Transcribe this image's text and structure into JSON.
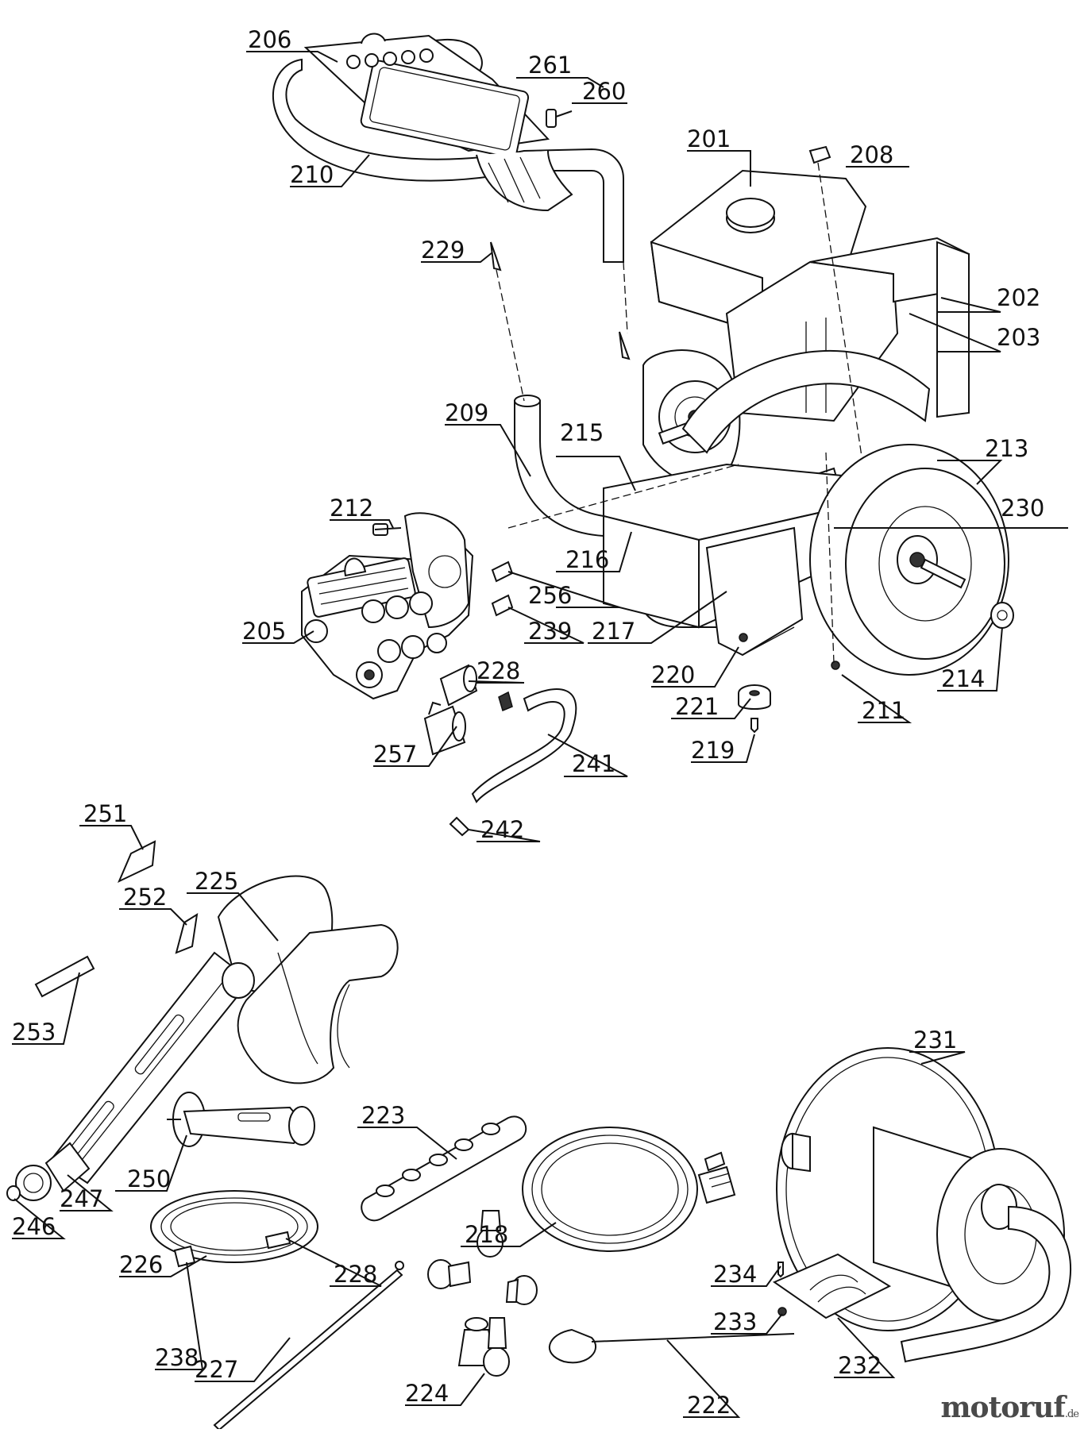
{
  "watermark": {
    "main": "motoruf",
    "suffix": ".de"
  },
  "callouts": [
    {
      "part": "206"
    },
    {
      "part": "261"
    },
    {
      "part": "260"
    },
    {
      "part": "210"
    },
    {
      "part": "201"
    },
    {
      "part": "208"
    },
    {
      "part": "229"
    },
    {
      "part": "202"
    },
    {
      "part": "203"
    },
    {
      "part": "209"
    },
    {
      "part": "215"
    },
    {
      "part": "213"
    },
    {
      "part": "212"
    },
    {
      "part": "230"
    },
    {
      "part": "216"
    },
    {
      "part": "256"
    },
    {
      "part": "205"
    },
    {
      "part": "239"
    },
    {
      "part": "217"
    },
    {
      "part": "228"
    },
    {
      "part": "220"
    },
    {
      "part": "214"
    },
    {
      "part": "221"
    },
    {
      "part": "211"
    },
    {
      "part": "257"
    },
    {
      "part": "219"
    },
    {
      "part": "241"
    },
    {
      "part": "242"
    },
    {
      "part": "251"
    },
    {
      "part": "225"
    },
    {
      "part": "252"
    },
    {
      "part": "253"
    },
    {
      "part": "231"
    },
    {
      "part": "223"
    },
    {
      "part": "250"
    },
    {
      "part": "247"
    },
    {
      "part": "218"
    },
    {
      "part": "246"
    },
    {
      "part": "226"
    },
    {
      "part": "228"
    },
    {
      "part": "234"
    },
    {
      "part": "233"
    },
    {
      "part": "238"
    },
    {
      "part": "227"
    },
    {
      "part": "232"
    },
    {
      "part": "224"
    },
    {
      "part": "222"
    }
  ]
}
